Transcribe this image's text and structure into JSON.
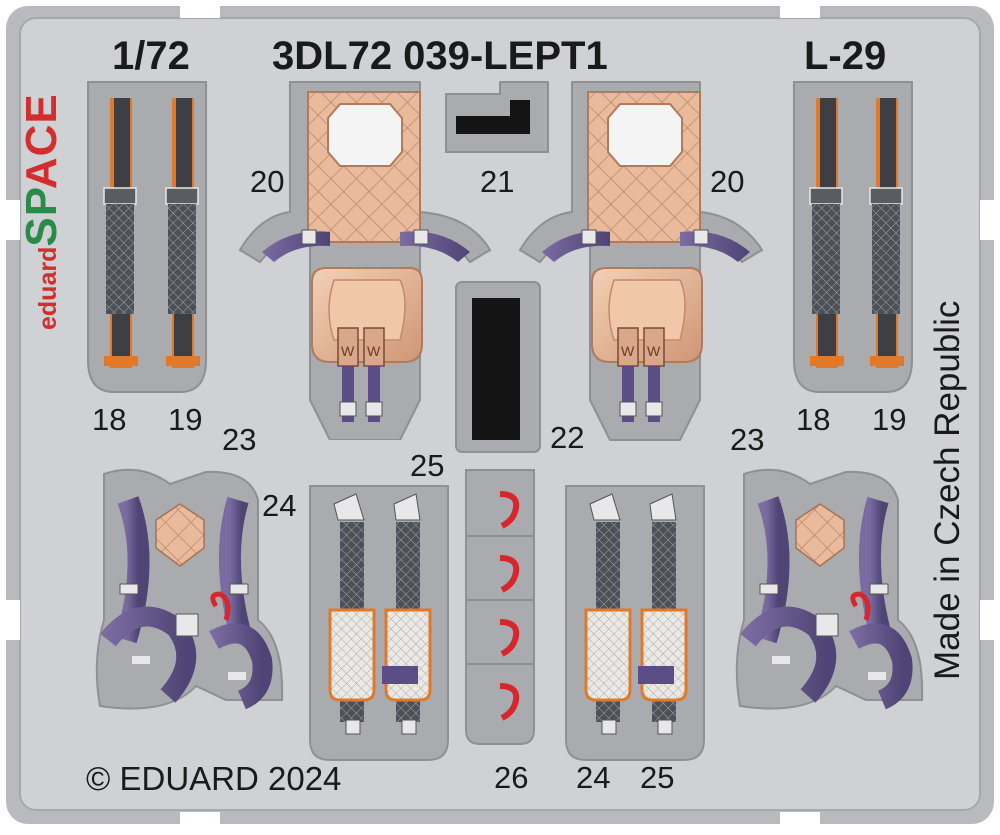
{
  "header": {
    "scale": "1/72",
    "code": "3DL72 039-LEPT1",
    "model": "L-29"
  },
  "brand": {
    "word": "eduard",
    "space_sp": "SP",
    "space_ace": "ACE"
  },
  "side_text": "Made in Czech Republic",
  "footer": {
    "copyright": "© EDUARD 2024"
  },
  "part_numbers": {
    "p20_left": "20",
    "p21": "21",
    "p20_right": "20",
    "p18_left": "18",
    "p19_left": "19",
    "p23_left": "23",
    "p25_top": "25",
    "p22": "22",
    "p23_right": "23",
    "p18_right": "18",
    "p19_right": "19",
    "p24_top": "24",
    "p26": "26",
    "p24_bottom": "24",
    "p25_bottom": "25"
  },
  "colors": {
    "frame": "#b7b8bb",
    "sheet": "#cfd1d4",
    "slot": "#a9abae",
    "outline": "#8e9094",
    "belt_dark": "#3d3f44",
    "belt_purple": "#6a5b91",
    "cushion": "#e7b797",
    "orange": "#e07a2a",
    "red": "#d8262e",
    "black": "#141414",
    "text": "#1a1a1a"
  }
}
